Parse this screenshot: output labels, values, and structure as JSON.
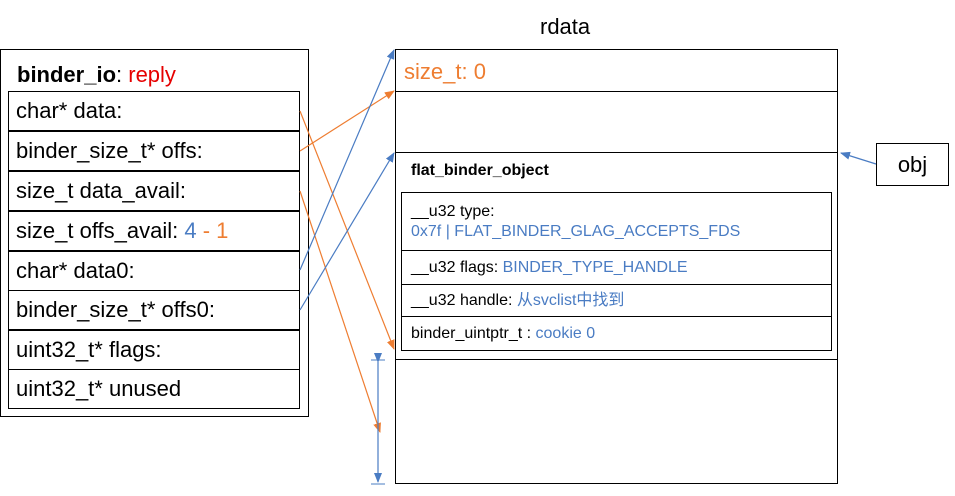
{
  "rdata_label": "rdata",
  "obj_label": "obj",
  "binder_io": {
    "name": "binder_io",
    "colon": ": ",
    "type": "reply",
    "fields": {
      "data": "char* data:",
      "offs": "binder_size_t* offs:",
      "data_avail": "size_t data_avail:",
      "offs_avail_prefix": "size_t offs_avail: ",
      "offs_avail_a": "4",
      "offs_avail_sep": " - ",
      "offs_avail_b": "1",
      "data0": "char* data0:",
      "offs0": "binder_size_t* offs0:",
      "flags": "uint32_t* flags:",
      "unused": "uint32_t* unused"
    }
  },
  "rdata": {
    "size_t_label": "size_t: 0",
    "flat_binder_object": {
      "title": "flat_binder_object",
      "type_label": "__u32 type:",
      "type_value": "0x7f | FLAT_BINDER_GLAG_ACCEPTS_FDS",
      "flags_label": "__u32 flags: ",
      "flags_value": "BINDER_TYPE_HANDLE",
      "handle_label": "__u32 handle: ",
      "handle_value": "从svclist中找到",
      "cookie_label": "binder_uintptr_t : ",
      "cookie_value": "cookie 0"
    }
  },
  "colors": {
    "blue": "#4a7cc3",
    "orange": "#ee7d31",
    "red": "#e60000"
  }
}
